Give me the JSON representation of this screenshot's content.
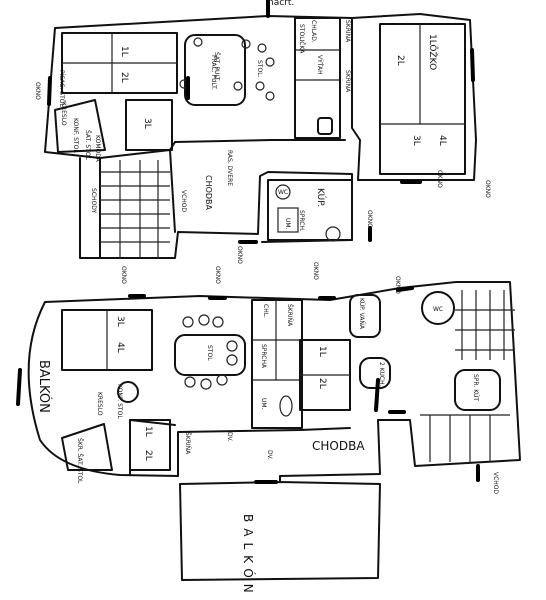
{
  "top_fragment": "nácrt.",
  "upper_floor": {
    "bed_left_top": "1L",
    "bed_left_bottom": "2L",
    "bed_right_top": "1L",
    "bed_right_bottom": "2L",
    "bed_center": "3L",
    "chair_left": "KRESLO",
    "shelf_left": "KONF. STOL",
    "shelf_sub": "ŠAT. STOL",
    "shelf_sub2": "KOMODA",
    "table_desk": "PÍSAC. STÔL",
    "table_desk_short": "PRAC. PULT.",
    "chest": "ŠAT. PULT.",
    "stool": "STOL.",
    "closet": "ŠKRIŇA",
    "closet2": "ŠKRIŇA",
    "room_chair": "STOLIČKA",
    "chladnicka": "CHLAD.",
    "vytah": "VÝŤAH",
    "big_bed_top": "1LÔŽKO",
    "big_bed_mid": "2L",
    "big_bed_low1": "3L",
    "big_bed_low2": "4L",
    "okno_left": "OKNO",
    "okno_right": "OKNO",
    "stairs": "SCHODY",
    "vchod": "VCHOD",
    "corridor": "CHODBA",
    "doors_label": "RAS. DVERE",
    "kitchen": "KÚP.",
    "wc": "WC",
    "sprcha": "SPRCH.",
    "umyvadlo": "UM.",
    "okno_bottom1": "OKNO",
    "okno_bottom2": "OKNO",
    "okno_bottom3": "OKNO",
    "okno_bottom4": "OKNO"
  },
  "lower_floor": {
    "balcony": "BALKÓN",
    "bed_a_top": "3L",
    "bed_a_bottom": "4L",
    "table": "STOL",
    "chair": "KRESLO",
    "konf": "KONF. STOL",
    "wardrobe_small": "ŠKR. ŠAT. STOL",
    "bed_b_top": "1L",
    "bed_b_bottom": "2L",
    "chl": "CHL.",
    "skrina_center": "ŠKRIŇA",
    "sprcha_center": "SPRCHA",
    "um_center": "UM.",
    "bed_c_top": "1L",
    "bed_c_bottom": "2L",
    "kitchen_top": "KÚP. VAŇA",
    "wc": "WC",
    "kuch": "2 KUCH.",
    "sprcha_right": "SPR. KÚT",
    "skrina_lower": "ŠKRIŇA",
    "dv1": "DV.",
    "dv2": "DV.",
    "corridor": "CHODBA",
    "vchod": "VCHOD",
    "balcony_bottom": "BALKÓN",
    "okno_1": "OKNO",
    "okno_2": "OKNO",
    "okno_3": "OKNO"
  }
}
